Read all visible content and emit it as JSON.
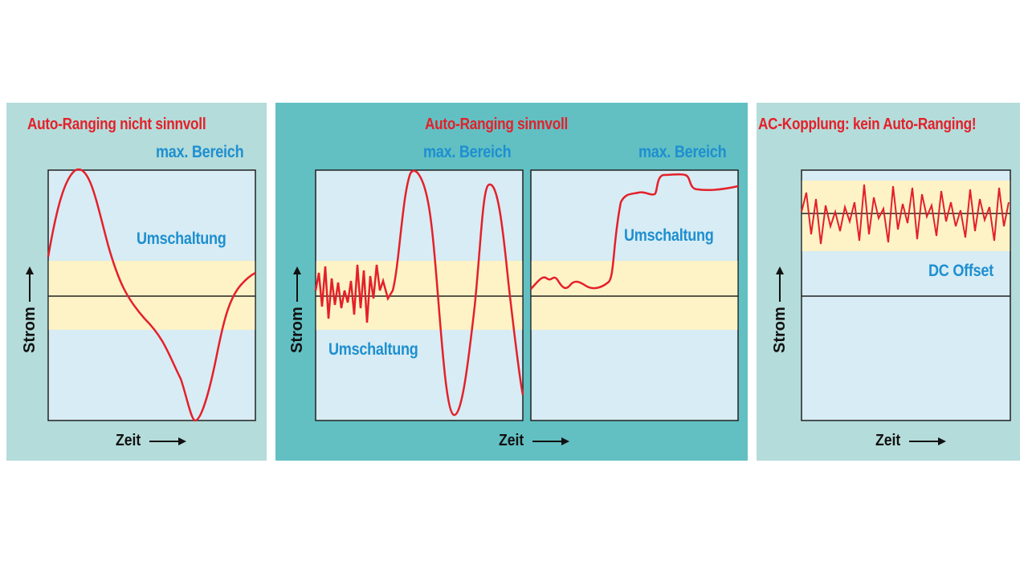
{
  "colors": {
    "panel_light": "#b4dcda",
    "panel_dark": "#62c0c3",
    "plot_bg": "#d7ecf4",
    "band": "#fdf3c7",
    "signal": "#e4202a",
    "title": "#e4202a",
    "label_blue": "#1e8fd0"
  },
  "panels": {
    "left": {
      "title": "Auto-Ranging nicht sinnvoll",
      "range_label": "max. Bereich",
      "switch_label": "Umschaltung",
      "ylabel": "Strom",
      "xlabel": "Zeit"
    },
    "middle": {
      "title": "Auto-Ranging sinnvoll",
      "range_label_a": "max. Bereich",
      "range_label_b": "max. Bereich",
      "switch_label_a": "Umschaltung",
      "switch_label_b": "Umschaltung",
      "ylabel": "Strom",
      "xlabel": "Zeit"
    },
    "right": {
      "title": "AC-Kopplung: kein Auto-Ranging!",
      "offset_label": "DC Offset",
      "ylabel": "Strom",
      "xlabel": "Zeit"
    }
  }
}
